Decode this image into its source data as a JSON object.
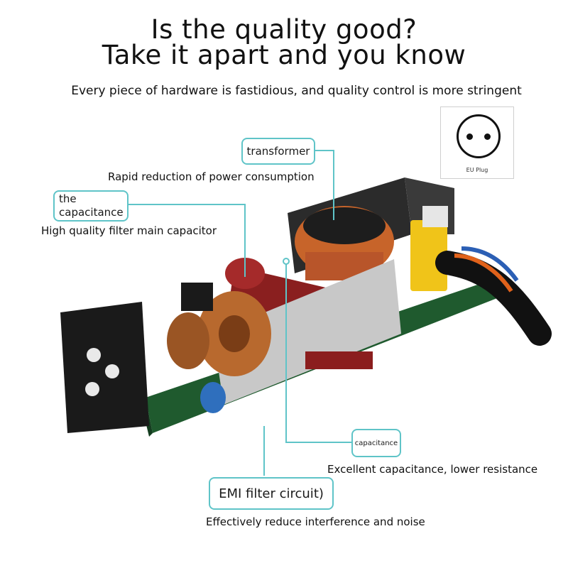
{
  "header": {
    "title_line1": "Is the quality good?",
    "title_line2": "Take it apart and you know",
    "subtitle": "Every piece of hardware is fastidious, and quality control is more stringent"
  },
  "plug": {
    "label": "EU Plug"
  },
  "callouts": {
    "transformer": {
      "label": "transformer",
      "desc": "Rapid reduction of power consumption"
    },
    "capacitance_main": {
      "label_line1": "the",
      "label_line2": "capacitance",
      "desc": "High quality filter main capacitor"
    },
    "capacitance_small": {
      "label": "capacitance",
      "desc": "Excellent capacitance, lower resistance"
    },
    "emi": {
      "label": "EMI filter circuit)",
      "desc": "Effectively reduce interference and noise"
    }
  },
  "colors": {
    "callout_border": "#5fc4c8",
    "pcb_green": "#1f5a2e",
    "capacitor_red": "#8a1f1f",
    "copper": "#b8692e",
    "yellow_cap": "#f0c419"
  }
}
